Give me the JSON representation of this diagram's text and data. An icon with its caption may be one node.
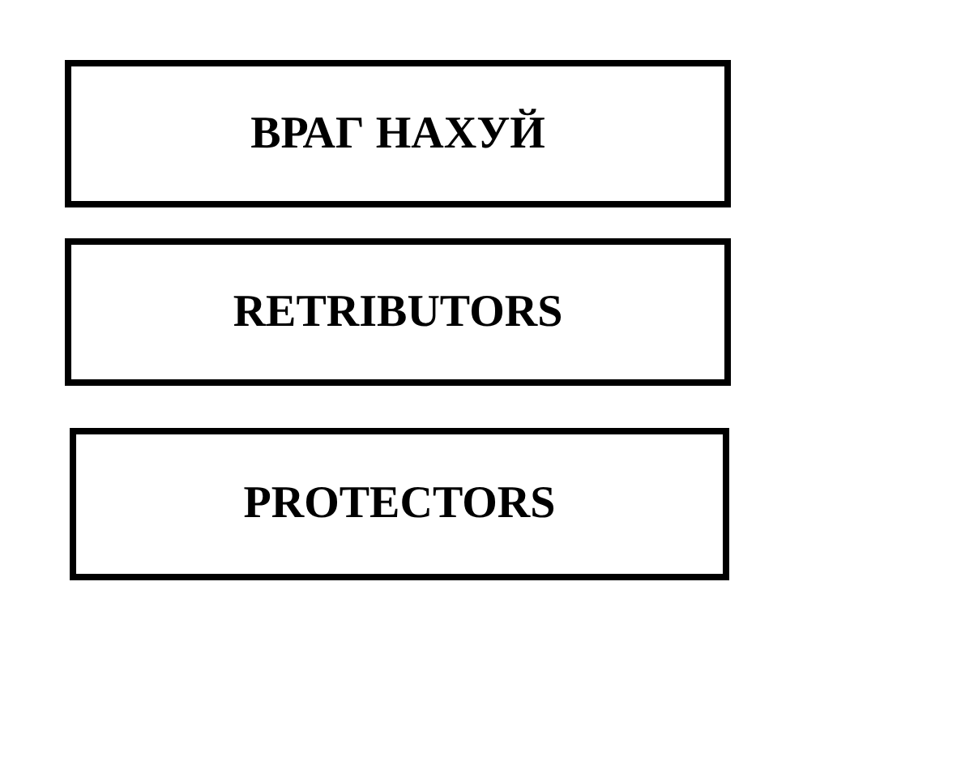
{
  "diagram": {
    "nodes": [
      {
        "text": [
          "ВРАГ НАХУЙ"
        ]
      },
      {
        "text": [
          "RETRIBUTORS"
        ]
      },
      {
        "text": [
          "PROTECTORS"
        ]
      }
    ]
  }
}
